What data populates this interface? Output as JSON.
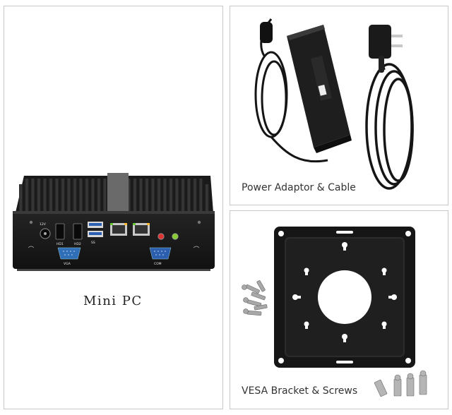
{
  "panels": {
    "mini_pc": {
      "caption": "Mini PC"
    },
    "power": {
      "caption": "Power Adaptor & Cable"
    },
    "vesa": {
      "caption": "VESA Bracket & Screws"
    }
  },
  "port_labels": {
    "dc": "12V",
    "hdmi1": "HD1",
    "hdmi2": "HD2",
    "usb": "SS",
    "vga": "VGA",
    "com": "COM"
  },
  "colors": {
    "panel_border": "#c9c9c9",
    "device_black": "#1c1c1c",
    "vga_blue": "#2f6fb8",
    "usb_blue": "#2c5fb0"
  }
}
